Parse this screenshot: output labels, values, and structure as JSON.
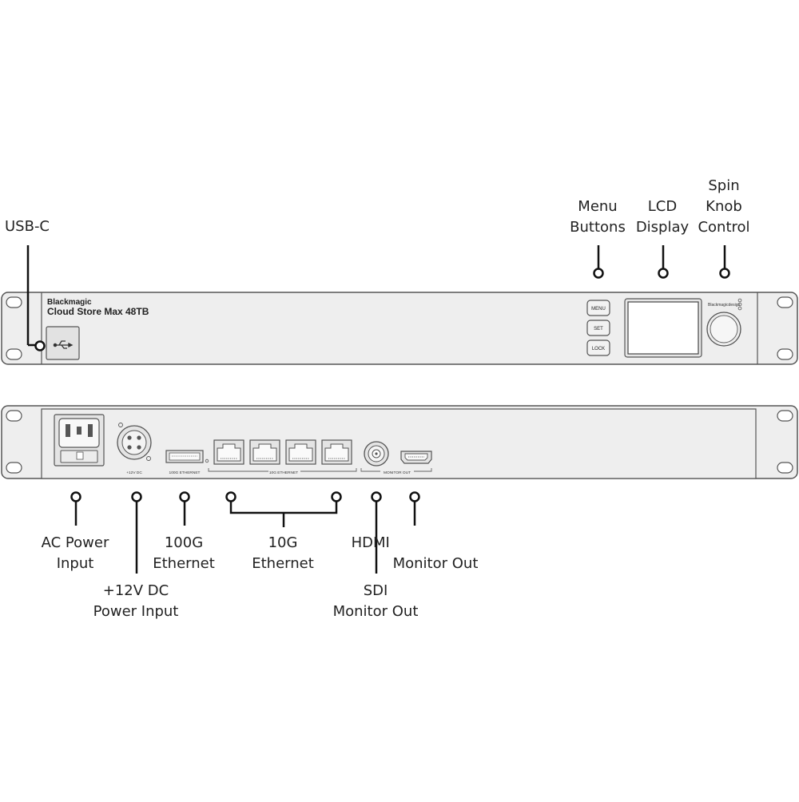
{
  "front_panel": {
    "brand": "Blackmagic",
    "model": "Cloud Store Max 48TB",
    "usb_glyph": "usb-icon",
    "buttons": [
      "MENU",
      "SET",
      "LOCK"
    ],
    "logo_text": "Blackmagicdesign"
  },
  "rear_panel": {
    "port_labels": {
      "dc": "+12V DC",
      "eth100": "100G ETHERNET",
      "eth10": "10G ETHERNET",
      "monitor": "MONITOR OUT"
    }
  },
  "callouts": {
    "usbc": [
      "USB-C"
    ],
    "menu": [
      "Menu",
      "Buttons"
    ],
    "lcd": [
      "LCD",
      "Display"
    ],
    "knob": [
      "Spin",
      "Knob",
      "Control"
    ],
    "ac": [
      "AC Power",
      "Input"
    ],
    "dc": [
      "+12V DC",
      "Power Input"
    ],
    "eth100": [
      "100G",
      "Ethernet"
    ],
    "eth10": [
      "10G",
      "Ethernet"
    ],
    "sdi": [
      "SDI",
      "Monitor Out"
    ],
    "hdmi": [
      "HDMI",
      "Monitor Out"
    ]
  },
  "colors": {
    "panel_fill": "#eeeeee",
    "outline": "#555555",
    "leader": "#111111",
    "text": "#222222"
  }
}
